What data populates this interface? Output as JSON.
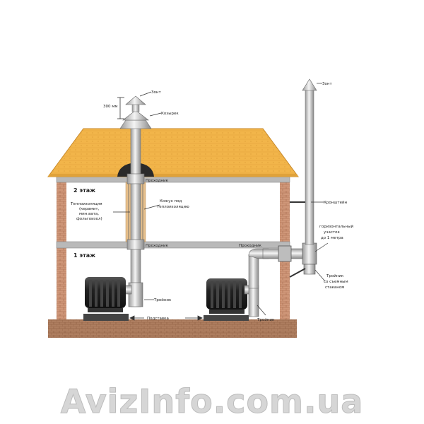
{
  "labels": {
    "umbrella_left": "Зонт",
    "dimension": "300 мм",
    "cap": "Козырек",
    "passage_top": "Проходник",
    "floor2": "2 этаж",
    "insulation_l1": "Теплоизоляция",
    "insulation_l2": "(керамит,",
    "insulation_l3": "мин.вата,",
    "insulation_l4": "фольгоизол)",
    "casing_l1": "Кожух под",
    "casing_l2": "теплоизоляцию",
    "passage_mid": "Проходник",
    "passage_right": "Проходник",
    "floor1": "1 этаж",
    "tee_left": "Тройник",
    "stand": "Подставка",
    "tee_right": "Тройник",
    "umbrella_right": "Зонт",
    "bracket": "Кронштейн",
    "horizontal_l1": "горизонтальный",
    "horizontal_l2": "участок",
    "horizontal_l3": "до 1 метра",
    "tee_removable_l1": "Тройник",
    "tee_removable_l2": "со съемным",
    "tee_removable_l3": "стаканом"
  },
  "watermark": "AvizInfo.com.ua",
  "colors": {
    "roof": "#f2b54a",
    "brick": "#c98d6e",
    "ground": "#a8795a",
    "pipe": "#d8d8d8",
    "stove": "#2b2b2b"
  }
}
